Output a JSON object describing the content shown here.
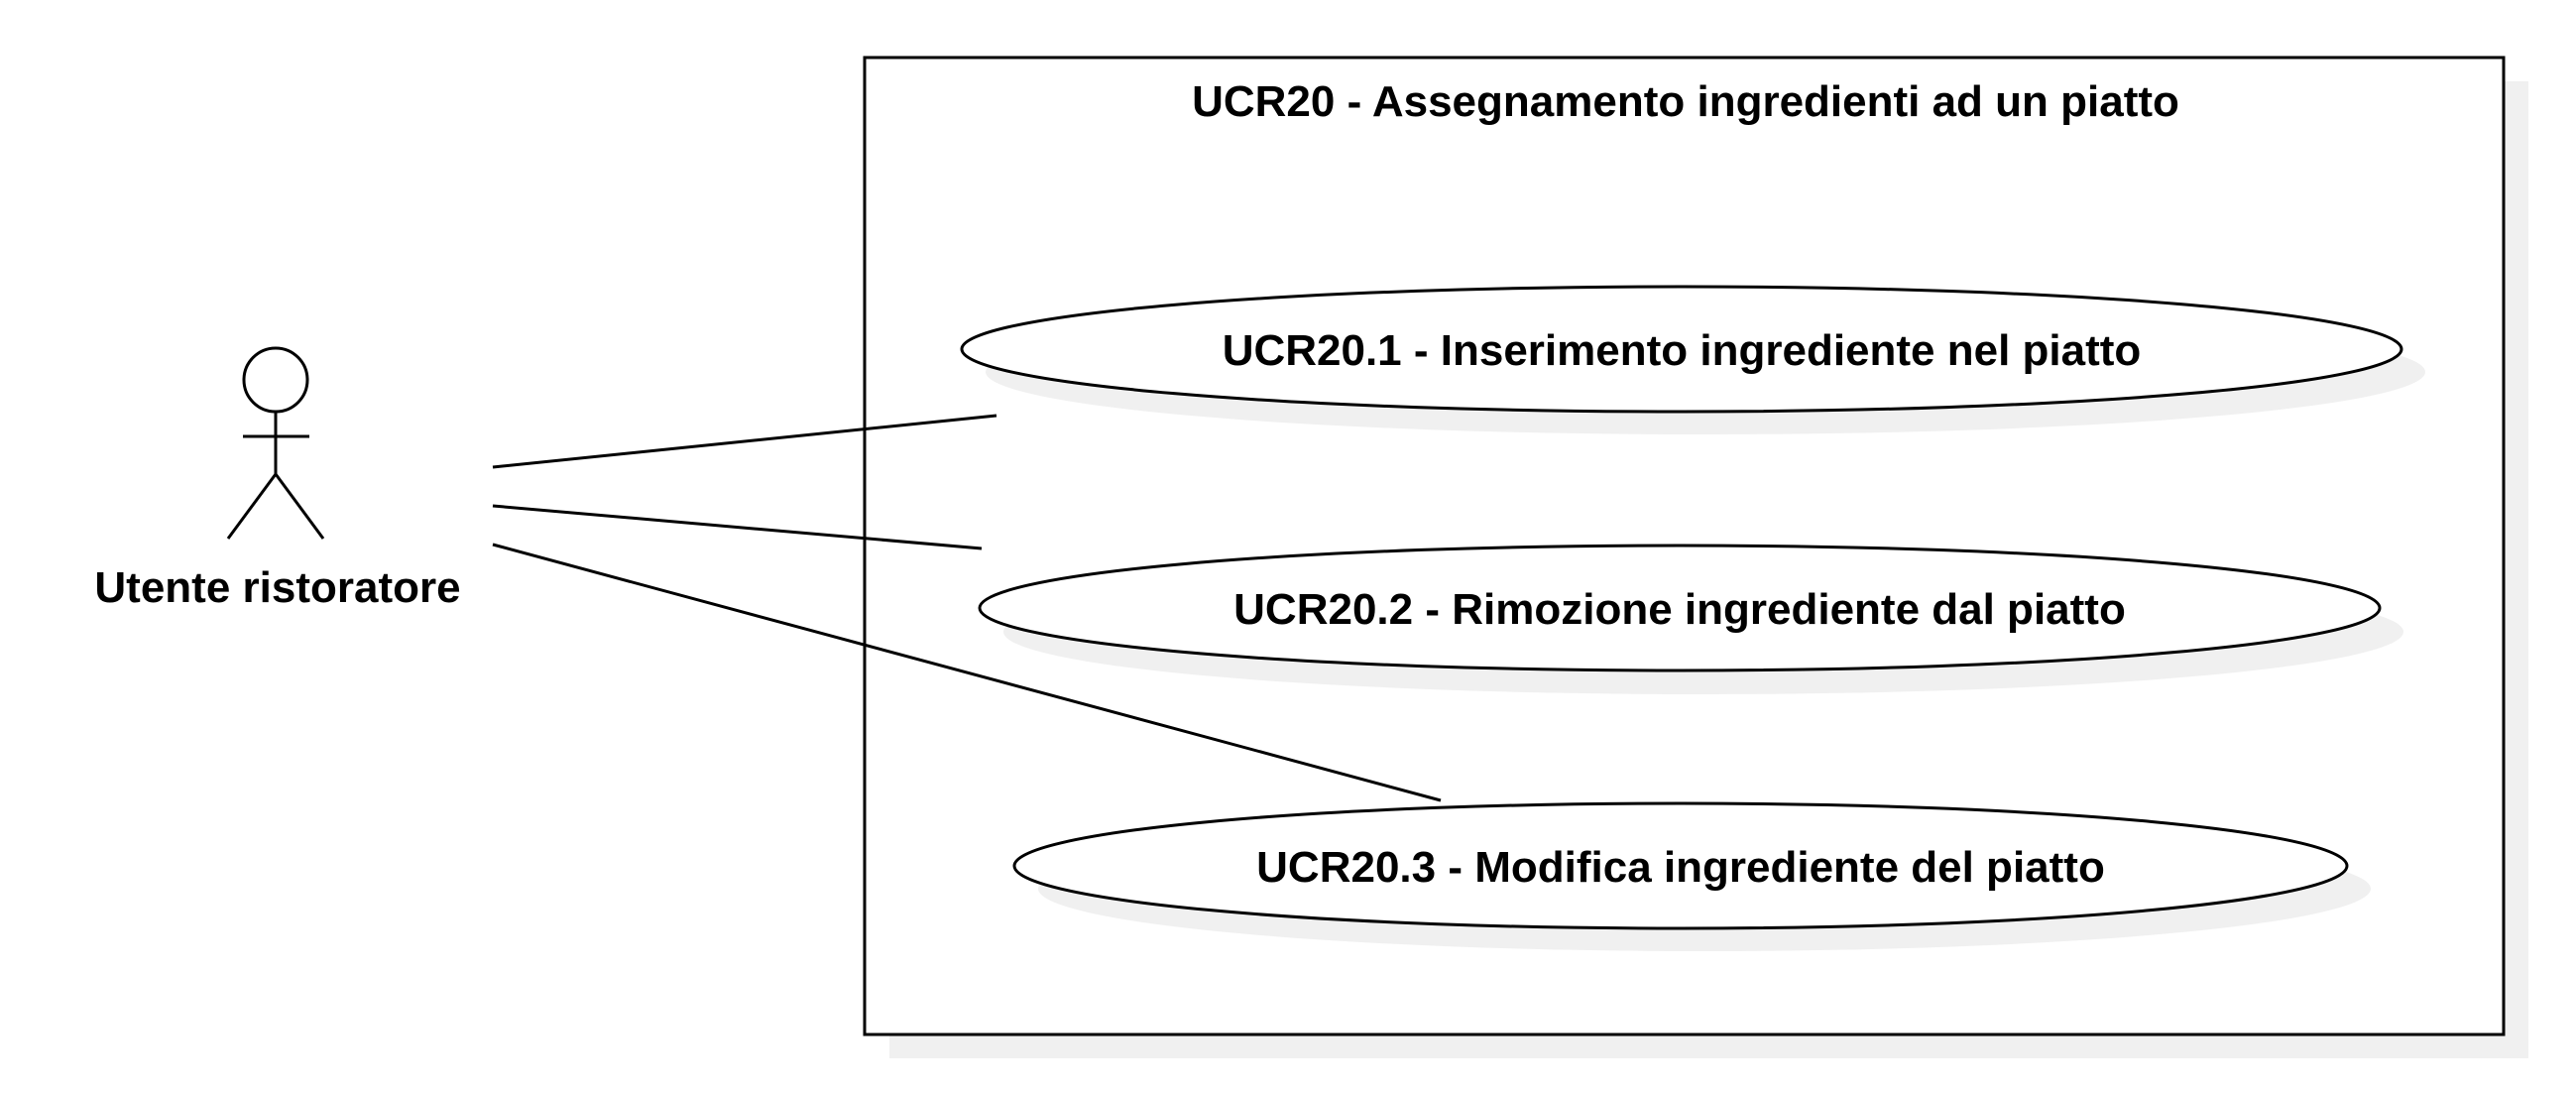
{
  "system_boundary": {
    "title": "UCR20 - Assegnamento ingredienti ad un piatto"
  },
  "actor": {
    "name": "Utente ristoratore",
    "icon": "stick-figure-actor-icon"
  },
  "use_cases": [
    {
      "label": "UCR20.1 - Inserimento ingrediente nel piatto"
    },
    {
      "label": "UCR20.2 - Rimozione ingrediente dal piatto"
    },
    {
      "label": "UCR20.3 - Modifica ingrediente del piatto"
    }
  ],
  "colors": {
    "stroke": "#000000",
    "shadow": "#f0f0f0",
    "background": "#ffffff"
  }
}
